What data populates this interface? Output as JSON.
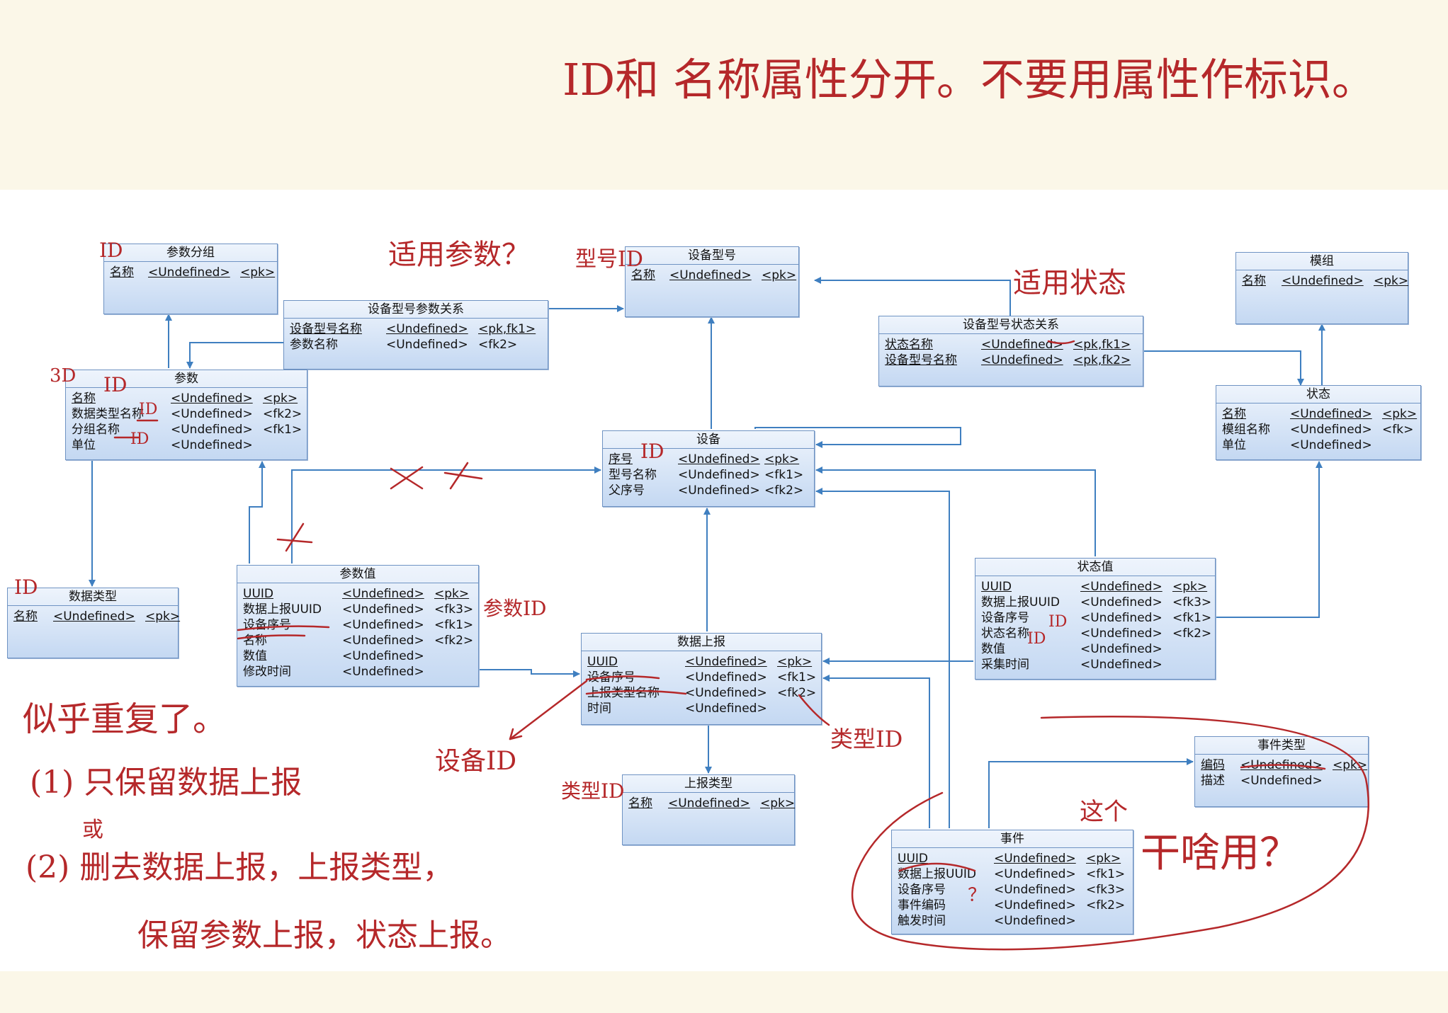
{
  "annotations": {
    "top_note": "ID和 名称属性分开。不要用属性作标识。",
    "id_param_group": "ID",
    "id_param": "ID",
    "param_left_mark": "3D",
    "param_datatype_mark": "ID",
    "param_group_mark": "ID",
    "id_datatype": "ID",
    "applicable_params": "适用参数？",
    "model_mark": "型号ID",
    "applicable_states": "适用状态",
    "device_id": "ID",
    "cross_mark_1": "X",
    "cross_mark_2": "X",
    "param_value_mark": "参数ID",
    "state_value_mark_1": "ID",
    "state_value_mark_2": "ID",
    "report_type_id": "类型ID",
    "device_id_arrow": "设备ID",
    "type_id_arrow": "类型ID",
    "event_mark": "这个",
    "event_question": "干啥用？",
    "event_q": "？",
    "duplicate_note": "似乎重复了。",
    "option1": "(1) 只保留数据上报",
    "or_mark": "或",
    "option2": "(2) 删去数据上报，上报类型，",
    "option2b": "保留参数上报，状态上报。"
  },
  "entities": {
    "param_group": {
      "title": "参数分组",
      "rows": [
        [
          "名称",
          "<Undefined>",
          "<pk>"
        ]
      ]
    },
    "model_param_rel": {
      "title": "设备型号参数关系",
      "rows": [
        [
          "设备型号名称",
          "<Undefined>",
          "<pk,fk1>"
        ],
        [
          "参数名称",
          "<Undefined>",
          "<fk2>"
        ]
      ]
    },
    "device_model": {
      "title": "设备型号",
      "rows": [
        [
          "名称",
          "<Undefined>",
          "<pk>"
        ]
      ]
    },
    "model_state_rel": {
      "title": "设备型号状态关系",
      "rows": [
        [
          "状态名称",
          "<Undefined>",
          "<pk,fk1>"
        ],
        [
          "设备型号名称",
          "<Undefined>",
          "<pk,fk2>"
        ]
      ]
    },
    "module_group": {
      "title": "模组",
      "rows": [
        [
          "名称",
          "<Undefined>",
          "<pk>"
        ]
      ]
    },
    "param": {
      "title": "参数",
      "rows": [
        [
          "名称",
          "<Undefined>",
          "<pk>"
        ],
        [
          "数据类型名称",
          "<Undefined>",
          "<fk2>"
        ],
        [
          "分组名称",
          "<Undefined>",
          "<fk1>"
        ],
        [
          "单位",
          "<Undefined>",
          ""
        ]
      ]
    },
    "state": {
      "title": "状态",
      "rows": [
        [
          "名称",
          "<Undefined>",
          "<pk>"
        ],
        [
          "模组名称",
          "<Undefined>",
          "<fk>"
        ],
        [
          "单位",
          "<Undefined>",
          ""
        ]
      ]
    },
    "device": {
      "title": "设备",
      "rows": [
        [
          "序号",
          "<Undefined>",
          "<pk>"
        ],
        [
          "型号名称",
          "<Undefined>",
          "<fk1>"
        ],
        [
          "父序号",
          "<Undefined>",
          "<fk2>"
        ]
      ]
    },
    "data_type": {
      "title": "数据类型",
      "rows": [
        [
          "名称",
          "<Undefined>",
          "<pk>"
        ]
      ]
    },
    "param_value": {
      "title": "参数值",
      "rows": [
        [
          "UUID",
          "<Undefined>",
          "<pk>"
        ],
        [
          "数据上报UUID",
          "<Undefined>",
          "<fk3>"
        ],
        [
          "设备序号",
          "<Undefined>",
          "<fk1>"
        ],
        [
          "名称",
          "<Undefined>",
          "<fk2>"
        ],
        [
          "数值",
          "<Undefined>",
          ""
        ],
        [
          "修改时间",
          "<Undefined>",
          ""
        ]
      ]
    },
    "state_value": {
      "title": "状态值",
      "rows": [
        [
          "UUID",
          "<Undefined>",
          "<pk>"
        ],
        [
          "数据上报UUID",
          "<Undefined>",
          "<fk3>"
        ],
        [
          "设备序号",
          "<Undefined>",
          "<fk1>"
        ],
        [
          "状态名称",
          "<Undefined>",
          "<fk2>"
        ],
        [
          "数值",
          "<Undefined>",
          ""
        ],
        [
          "采集时间",
          "<Undefined>",
          ""
        ]
      ]
    },
    "data_report": {
      "title": "数据上报",
      "rows": [
        [
          "UUID",
          "<Undefined>",
          "<pk>"
        ],
        [
          "设备序号",
          "<Undefined>",
          "<fk1>"
        ],
        [
          "上报类型名称",
          "<Undefined>",
          "<fk2>"
        ],
        [
          "时间",
          "<Undefined>",
          ""
        ]
      ]
    },
    "report_type": {
      "title": "上报类型",
      "rows": [
        [
          "名称",
          "<Undefined>",
          "<pk>"
        ]
      ]
    },
    "event_type": {
      "title": "事件类型",
      "rows": [
        [
          "编码",
          "<Undefined>",
          "<pk>"
        ],
        [
          "描述",
          "<Undefined>",
          ""
        ]
      ]
    },
    "event": {
      "title": "事件",
      "rows": [
        [
          "UUID",
          "<Undefined>",
          "<pk>"
        ],
        [
          "数据上报UUID",
          "<Undefined>",
          "<fk1>"
        ],
        [
          "设备序号",
          "<Undefined>",
          "<fk3>"
        ],
        [
          "事件编码",
          "<Undefined>",
          "<fk2>"
        ],
        [
          "触发时间",
          "<Undefined>",
          ""
        ]
      ]
    }
  },
  "colors": {
    "line": "#3f7fc0",
    "ink": "#b5282a",
    "entity_border": "#6f93c3"
  }
}
